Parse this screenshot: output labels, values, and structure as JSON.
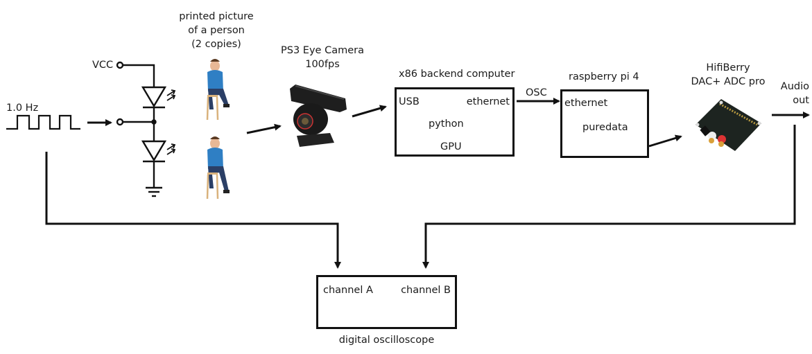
{
  "signal_source": {
    "frequency_label": "1.0 Hz"
  },
  "circuit": {
    "vcc_label": "VCC"
  },
  "subject": {
    "label_lines": [
      "printed picture",
      "of a person",
      "(2 copies)"
    ]
  },
  "camera": {
    "label_lines": [
      "PS3 Eye Camera",
      "100fps"
    ]
  },
  "backend": {
    "title": "x86 backend computer",
    "port_in": "USB",
    "port_out": "ethernet",
    "software": "python",
    "hardware": "GPU"
  },
  "link": {
    "protocol_label": "OSC"
  },
  "raspberry": {
    "title": "raspberry pi 4",
    "port_in": "ethernet",
    "software": "puredata"
  },
  "dac": {
    "label_lines": [
      "HifiBerry",
      "DAC+ ADC pro"
    ]
  },
  "audio_out": {
    "label_lines": [
      "Audio",
      "out"
    ]
  },
  "oscilloscope": {
    "title": "digital oscilloscope",
    "channel_a": "channel A",
    "channel_b": "channel B"
  },
  "colors": {
    "line": "#111111",
    "shirt": "#2f7fc4",
    "jeans": "#2b3f66",
    "stool": "#d9b27c",
    "skin": "#e8b896",
    "camera": "#1e1e1e",
    "pcb": "#1d2420"
  }
}
